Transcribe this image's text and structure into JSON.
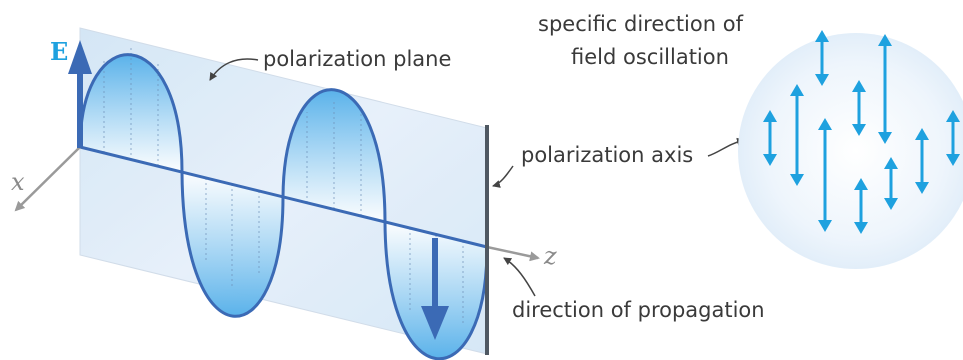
{
  "labels": {
    "e_field": "E",
    "x_axis": "x",
    "z_axis": "z",
    "polarization_plane": "polarization plane",
    "polarization_axis": "polarization axis",
    "direction_of_propagation": "direction of propagation",
    "field_oscillation_line1": "specific direction of",
    "field_oscillation_line2": "field oscillation"
  },
  "colors": {
    "accent_blue": "#1ea1df",
    "wave_blue": "#3b6ab5",
    "plane_fill": "#dbeaf7",
    "axis_gray": "#9a9a9a",
    "text": "#3a3a3a",
    "edge_dark": "#4f5862"
  }
}
